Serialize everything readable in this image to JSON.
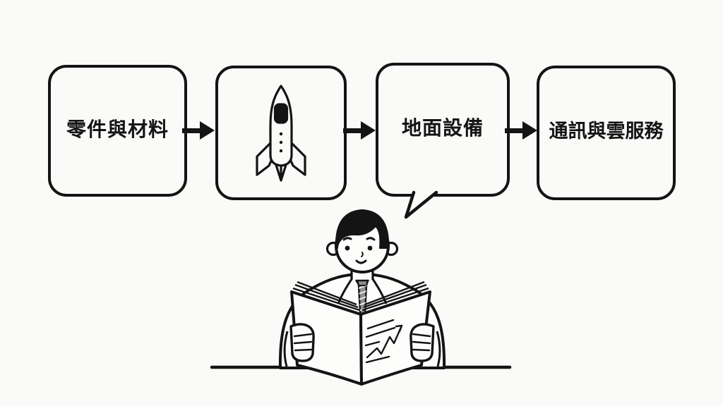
{
  "canvas": {
    "background": "#fafaf8",
    "ink": "#141414"
  },
  "flowchart": {
    "nodes": [
      {
        "id": "parts-and-materials",
        "kind": "rounded-box",
        "label": "零件與材料"
      },
      {
        "id": "rocket",
        "kind": "rounded-box",
        "icon": "rocket-icon",
        "label": ""
      },
      {
        "id": "ground-equipment",
        "kind": "speech-bubble",
        "label": "地面設備"
      },
      {
        "id": "communications-and-cloud",
        "kind": "rounded-box",
        "label": "通訊與雲服務"
      }
    ],
    "connectors": [
      {
        "from": "parts-and-materials",
        "to": "rocket",
        "type": "arrow-right"
      },
      {
        "from": "rocket",
        "to": "ground-equipment",
        "type": "arrow-right"
      },
      {
        "from": "ground-equipment",
        "to": "communications-and-cloud",
        "type": "arrow-right"
      }
    ]
  },
  "illustration": {
    "icons": [
      "person-reading-icon",
      "open-book-icon",
      "line-chart-icon",
      "desk-icon"
    ]
  }
}
